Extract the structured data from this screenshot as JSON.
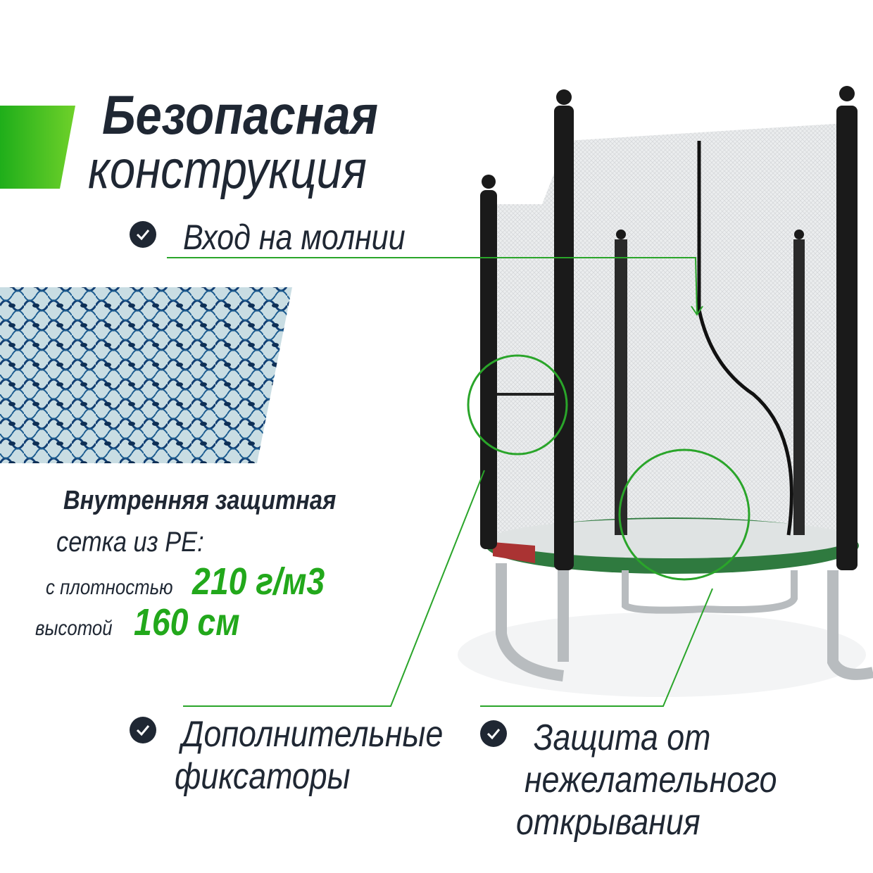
{
  "title": {
    "line1": "Безопасная",
    "line2": "конструкция"
  },
  "features": {
    "zipper": "Вход на молнии",
    "fixators": {
      "line1": "Дополнительные",
      "line2": "фиксаторы"
    },
    "protection": {
      "line1": "Защита от",
      "line2": "нежелательного",
      "line3": "открывания"
    }
  },
  "net_info": {
    "line1": "Внутренняя защитная",
    "line2": "сетка из PE:",
    "density_label": "с плотностью",
    "density_value": "210 г/м3",
    "height_label": "высотой",
    "height_value": "160 см"
  },
  "colors": {
    "accent": "#22a81b",
    "text": "#1f2733",
    "frame": "#2f7a3f"
  }
}
